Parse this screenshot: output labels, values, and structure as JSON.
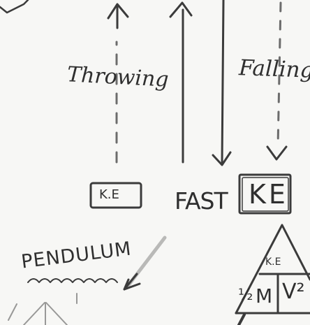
{
  "labels": {
    "throwing": "Throwing",
    "falling": "Falling",
    "ke_small": "K.E",
    "fast": "FAST",
    "ke_box": "KE",
    "pendulum": "PENDULUM",
    "triangle_top": "K.E",
    "triangle_half": "½",
    "triangle_m": "M",
    "triangle_v2": "V²"
  },
  "colors": {
    "pencil": "#3b3b3b",
    "paper": "#f7f7f5"
  }
}
